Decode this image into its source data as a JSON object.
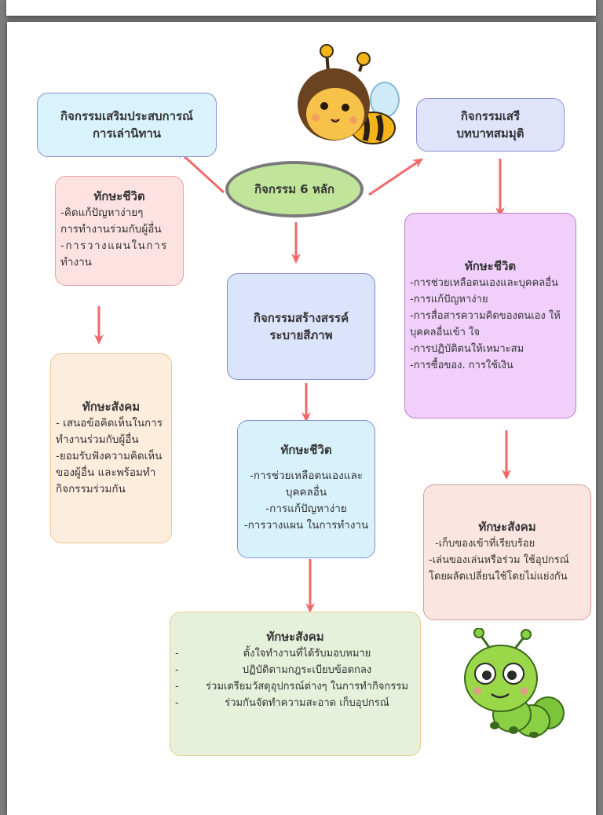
{
  "center": {
    "label": "กิจกรรม 6 หลัก"
  },
  "box_narrative": {
    "lines": [
      "กิจกรรมเสริมประสบการณ์",
      "การเล่านิทาน"
    ]
  },
  "box_roleplay": {
    "lines": [
      "กิจกรรมเสรี",
      "บทบาทสมมุติ"
    ]
  },
  "box_creative": {
    "lines": [
      "กิจกรรมสร้างสรรค์",
      "ระบายสีภาพ"
    ]
  },
  "left_life": {
    "title": "ทักษะชีวิต",
    "lines": [
      "-คิดแก้ปัญหาง่ายๆ",
      "การทำงานร่วมกับผู้อื่น",
      "-การวางแผนในการ",
      "ทำงาน"
    ]
  },
  "left_social": {
    "title": "ทักษะสังคม",
    "lines": [
      "- เสนอข้อคิดเห็นในการ",
      "ทำงานร่วมกับผู้อื่น",
      "-ยอมรับฟังความคิดเห็น",
      "ของผู้อื่น และพร้อมทำ",
      "กิจกรรมร่วมกัน"
    ]
  },
  "mid_life": {
    "title": "ทักษะชีวิต",
    "lines": [
      "-การช่วยเหลือตนเองและ",
      "บุคคลอื่น",
      "-การแก้ปัญหาง่าย",
      "-การวางแผน ในการทำงาน"
    ]
  },
  "mid_social": {
    "title": "ทักษะสังคม",
    "lines": [
      "ตั้งใจทำงานที่ได้รับมอบหมาย",
      "ปฏิบัติตามกฎระเบียบข้อตกลง",
      "ร่วมเตรียมวัสดุอุปกรณ์ต่างๆ ในการทำกิจกรรม",
      "ร่วมกันจัดทำความสะอาด เก็บอุปกรณ์"
    ],
    "bullet": "-"
  },
  "right_life": {
    "title": "ทักษะชีวิต",
    "lines": [
      "-การช่วยเหลือตนเองและบุคคลอื่น",
      "-การแก้ปัญหาง่าย",
      "-การสื่อสารความคิดของตนเอง ให้",
      "บุคคลอื่นเข้า ใจ",
      "-การปฏิบัติตนให้เหมาะสม",
      "-การซื้อของ. การใช้เงิน"
    ]
  },
  "right_social": {
    "title": "ทักษะสังคม",
    "lines": [
      "-เก็บของเข้าที่เรียบร้อย",
      "-เล่นของเล่นหรือร่วม ใช้อุปกรณ์",
      "โดยผลัดเปลี่ยนใช้โดยไม่แย่งกัน"
    ]
  },
  "colors": {
    "arrow": "#f06a6a",
    "narrative_fill": "#d8f3fb",
    "narrative_border": "#8b8fd6",
    "roleplay_fill": "#dfe4fb",
    "roleplay_border": "#8b8fd6",
    "creative_fill": "#dce4fb",
    "creative_border": "#7d87d6",
    "left_life_fill": "#fde2e2",
    "left_life_border": "#f0a0a0",
    "left_social_fill": "#fdeddc",
    "left_social_border": "#f2c58f",
    "mid_life_fill": "#d8f2fb",
    "mid_life_border": "#8790d8",
    "mid_social_fill": "#e6f1dc",
    "mid_social_border": "#f0c88a",
    "right_life_fill": "#f0d0fb",
    "right_life_border": "#c07ad0",
    "right_social_fill": "#fbe5e0",
    "right_social_border": "#d89a9a"
  }
}
